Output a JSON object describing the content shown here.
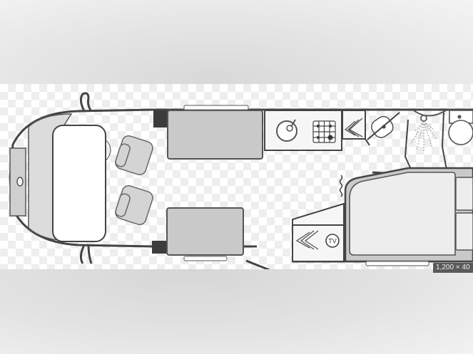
{
  "image": {
    "subject": "motorhome floor plan",
    "background_color": "#e2e2e2",
    "plan_band_color": "#ffffff",
    "line_color": "#444444",
    "fill_grey": "#c9c9c9",
    "dark_fill": "#3c3c3c"
  },
  "plan": {
    "areas": [
      {
        "id": "cab",
        "label": "Cab with dashboard"
      },
      {
        "id": "dinette",
        "label": "Front table"
      },
      {
        "id": "swivel-seats",
        "label": "Two swivel cab chairs"
      },
      {
        "id": "front-sofa-nearside",
        "label": "Side lounge seat (top)"
      },
      {
        "id": "front-sofa-offside",
        "label": "Side lounge seat (bottom)"
      },
      {
        "id": "kitchen",
        "label": "Kitchen with sink and 4-burner hob"
      },
      {
        "id": "wardrobe",
        "label": "Hanging wardrobe"
      },
      {
        "id": "washroom",
        "label": "Washroom with basin, shower and toilet"
      },
      {
        "id": "bed",
        "label": "Rear bed"
      },
      {
        "id": "tv-wardrobe",
        "label": "Wardrobe with TV point"
      }
    ],
    "icons": {
      "tv_label": "TV"
    }
  },
  "overlay": {
    "dimensions_badge": "1,200 × 40"
  }
}
